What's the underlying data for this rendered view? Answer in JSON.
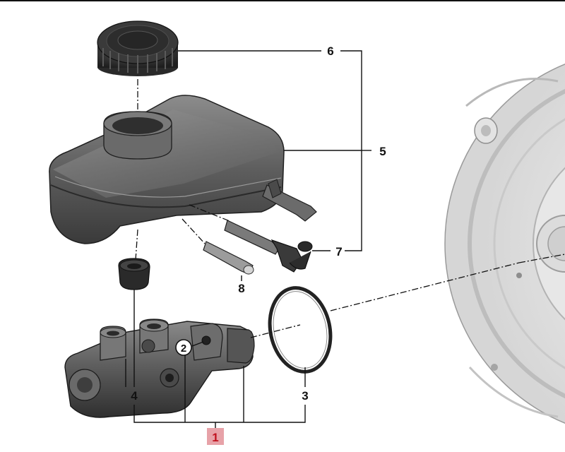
{
  "diagram": {
    "callouts": {
      "c1": "1",
      "c2": "2",
      "c3": "3",
      "c4": "4",
      "c5": "5",
      "c6": "6",
      "c7": "7",
      "c8": "8"
    },
    "highlight_color": "#e7a2a8",
    "highlight_text_color": "#c1121f"
  }
}
